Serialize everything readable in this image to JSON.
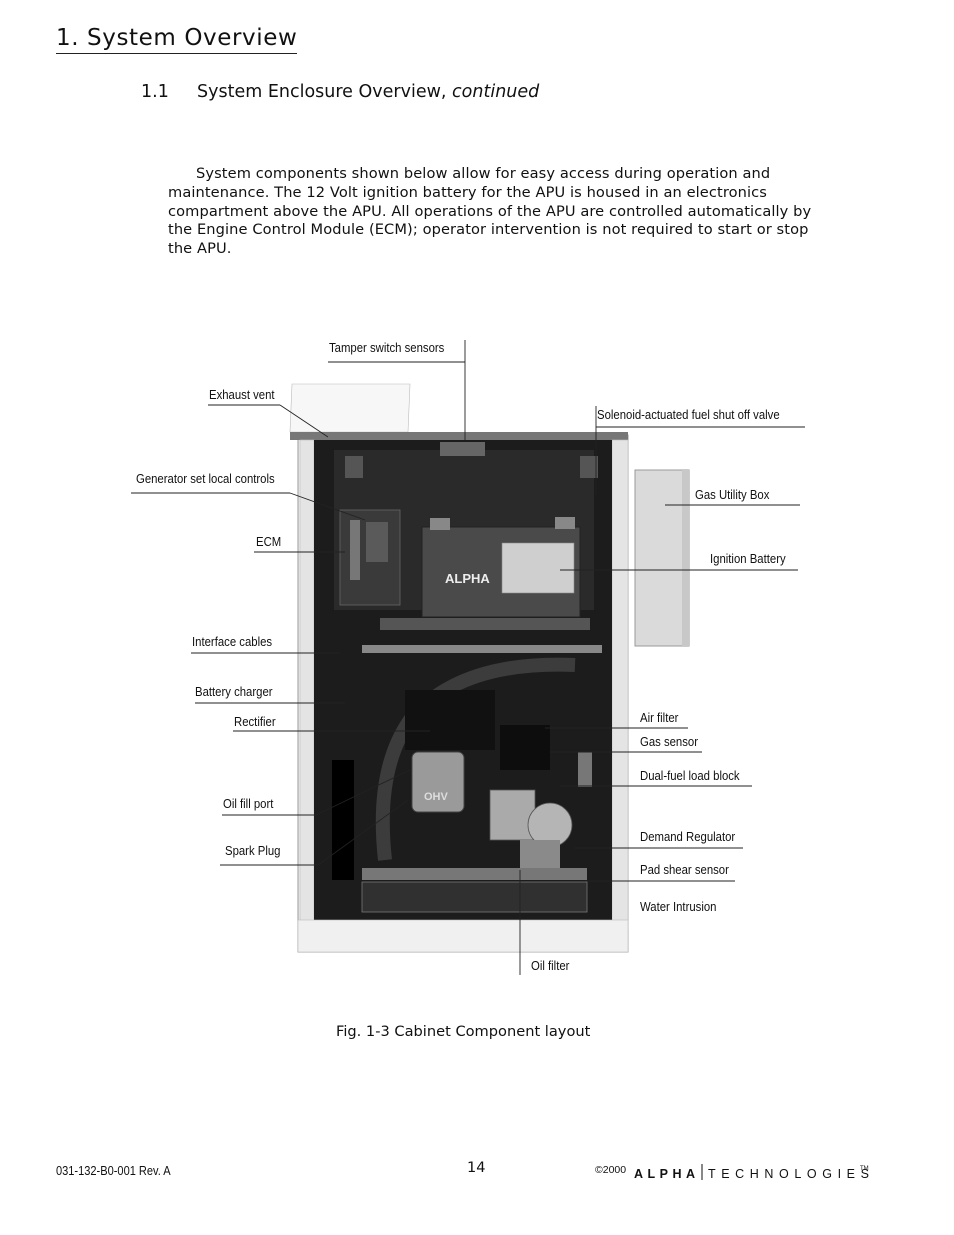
{
  "header": {
    "section_title": "1.  System Overview",
    "subsection_number": "1.1",
    "subsection_title": "System Enclosure Overview,",
    "subsection_suffix": "continued"
  },
  "body": {
    "paragraph": "System components shown below allow for easy access during operation and maintenance.  The 12 Volt ignition battery for the APU is housed in an electronics compartment above the APU.  All operations of the APU are controlled automatically by the Engine Control Module (ECM); operator intervention is not required to start or stop the APU."
  },
  "figure": {
    "caption": "Fig. 1-3 Cabinet Component layout",
    "labels": {
      "tamper_switch_sensors": "Tamper switch sensors",
      "exhaust_vent": "Exhaust vent",
      "solenoid_valve": "Solenoid-actuated fuel shut off valve",
      "generator_controls": "Generator set local controls",
      "gas_utility_box": "Gas Utility Box",
      "ecm": "ECM",
      "ignition_battery": "Ignition Battery",
      "interface_cables": "Interface cables",
      "battery_charger": "Battery charger",
      "rectifier": "Rectifier",
      "air_filter": "Air filter",
      "gas_sensor": "Gas sensor",
      "dual_fuel_load_block": "Dual-fuel load block",
      "oil_fill_port": "Oil fill port",
      "spark_plug": "Spark Plug",
      "demand_regulator": "Demand Regulator",
      "pad_shear_sensor": "Pad shear sensor",
      "water_intrusion": "Water Intrusion",
      "oil_filter": "Oil filter"
    },
    "photo_text": {
      "battery_brand": "ALPHA",
      "engine_brand": "OHV"
    }
  },
  "footer": {
    "doc_number": "031-132-B0-001  Rev. A",
    "page_number": "14",
    "copyright": "©2000",
    "logo_left": "ALPHA",
    "logo_right": "TECHNOLOGIES",
    "trademark": "TM"
  }
}
